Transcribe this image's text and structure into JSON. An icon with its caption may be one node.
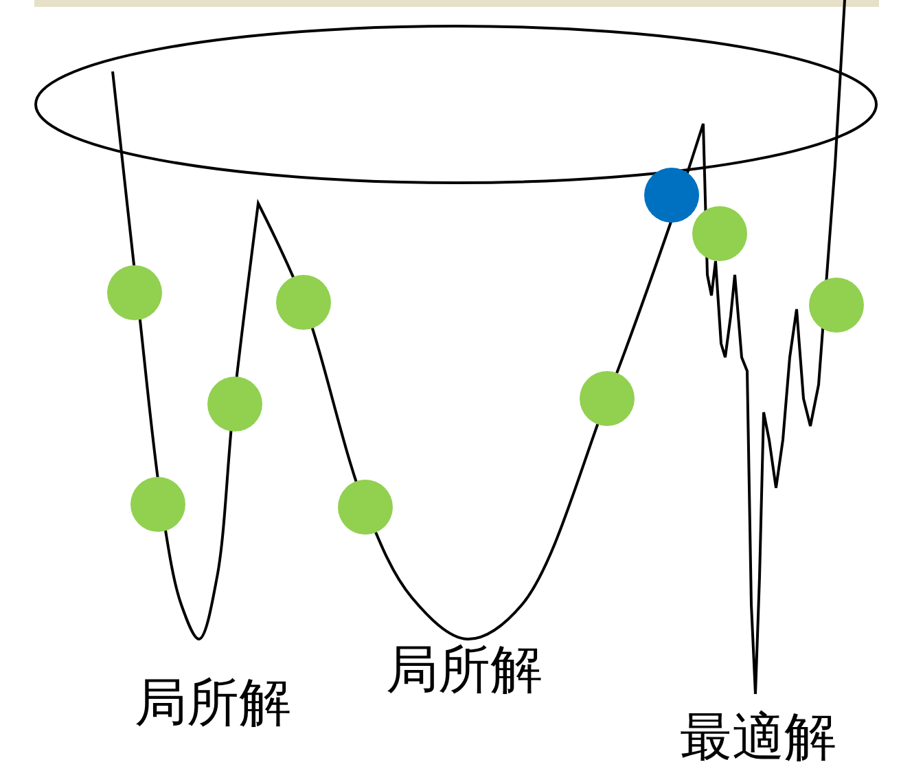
{
  "diagram": {
    "labels": [
      "局所解",
      "局所解",
      "最適解"
    ]
  }
}
